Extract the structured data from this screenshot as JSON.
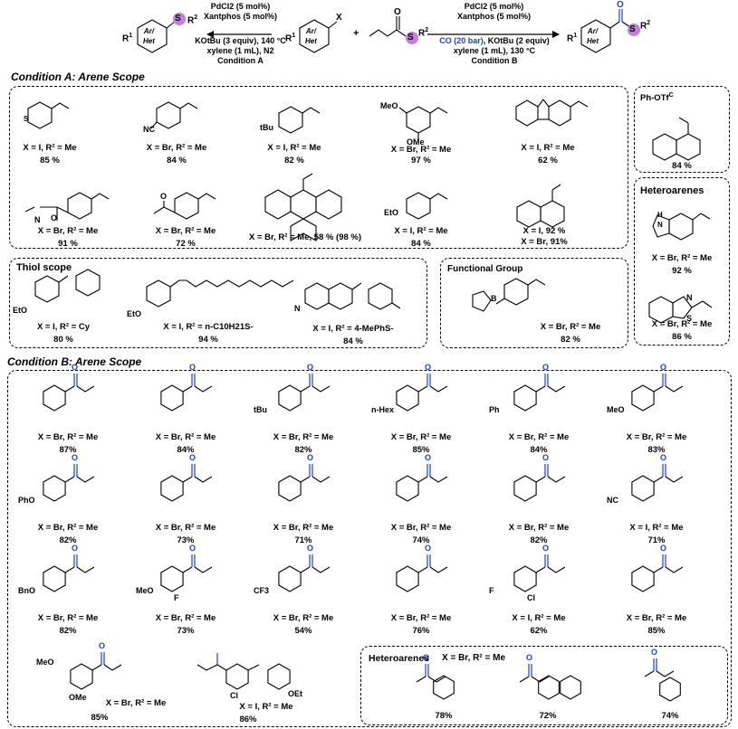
{
  "scheme": {
    "left_product": {
      "r": "R",
      "r_sup": "1",
      "ring": [
        "Ar/",
        "Het"
      ],
      "s": "S",
      "r2": "R",
      "r2_sup": "2"
    },
    "arylhalide": {
      "r": "R",
      "r_sup": "1",
      "ring": [
        "Ar/",
        "Het"
      ],
      "x": "X"
    },
    "plus": "+",
    "thioester": {
      "o": "O",
      "s": "S",
      "r2": "R",
      "r2_sup": "2"
    },
    "right_product": {
      "r": "R",
      "r_sup": "1",
      "ring": [
        "Ar/",
        "Het"
      ],
      "o": "O",
      "s": "S",
      "r2": "R",
      "r2_sup": "2"
    },
    "cond_a": [
      "PdCl2 (5 mol%)",
      "Xantphos (5 mol%)",
      "KOtBu (3 equiv), 140 °C",
      "xylene (1 mL), N2",
      "Condition A"
    ],
    "cond_b": [
      "PdCl2 (5 mol%)",
      "Xantphos (5 mol%)",
      "CO (20 bar)",
      ", KOtBu (2 equiv)",
      "xylene (1 mL), 130 °C",
      "Condition B"
    ]
  },
  "sections": {
    "cond_a_header": "Condition A: Arene Scope",
    "thiol_scope": "Thiol scope",
    "functional_group": "Functional Group",
    "ph_otf": "Ph-OTf",
    "ph_otf_sup": "C",
    "heteroarenes": "Heteroarenes",
    "cond_b_header": "Condition B: Arene Scope",
    "hetero_b": "Heteroarenes",
    "hetero_b_cond": "X = Br, R² = Me"
  },
  "cond_a_items": [
    {
      "cond": "X = I, R² = Me",
      "yield": "85 %"
    },
    {
      "cond": "X = Br, R² = Me",
      "yield": "84 %"
    },
    {
      "cond": "X = I, R² = Me",
      "yield": "82 %",
      "sub": "tBu"
    },
    {
      "cond": "X = Br, R² = Me",
      "yield": "97 %",
      "sub": "OMe"
    },
    {
      "cond": "X = I, R² = Me",
      "yield": "62 %"
    },
    {
      "cond": "X = Br, R² = Me",
      "yield": "91 %"
    },
    {
      "cond": "X = Br, R² = Me",
      "yield": "72 %"
    },
    {
      "cond": "X = Br, R² = Me, 58 % (98 %)",
      "yield": ""
    },
    {
      "cond": "X = I, R² = Me",
      "yield": "84 %",
      "sub": "EtO"
    },
    {
      "cond": "X = I, 92 %",
      "yield": "X = Br, 91%"
    },
    {
      "cond": "",
      "yield": "84 %"
    },
    {
      "cond": "X = Br, R² = Me",
      "yield": "92 %"
    },
    {
      "cond": "X = Br, R² = Me",
      "yield": "86 %"
    }
  ],
  "thiol_items": [
    {
      "cond": "X = I, R² = Cy",
      "yield": "80 %",
      "sub": "EtO"
    },
    {
      "cond": "X = I, R² = n-C10H21S-",
      "yield": "94 %",
      "sub": "EtO"
    },
    {
      "cond": "X = I, R² = 4-MePhS-",
      "yield": "84 %"
    }
  ],
  "fg_item": {
    "cond": "X = Br, R² = Me",
    "yield": "82 %",
    "b": "B"
  },
  "cond_b_items": [
    {
      "cond": "X = Br, R² = Me",
      "yield": "87%"
    },
    {
      "cond": "X = Br, R² = Me",
      "yield": "84%"
    },
    {
      "cond": "X = Br, R² = Me",
      "yield": "82%",
      "sub": "tBu"
    },
    {
      "cond": "X = Br, R² = Me",
      "yield": "85%",
      "sub": "n-Hex"
    },
    {
      "cond": "X = Br, R² = Me",
      "yield": "84%",
      "sub": "Ph"
    },
    {
      "cond": "X = Br, R² = Me",
      "yield": "83%",
      "sub": "MeO"
    },
    {
      "cond": "X = Br, R² = Me",
      "yield": "82%",
      "sub": "PhO"
    },
    {
      "cond": "X = Br, R² = Me",
      "yield": "73%"
    },
    {
      "cond": "X = Br, R² = Me",
      "yield": "71%"
    },
    {
      "cond": "X = Br, R² = Me",
      "yield": "74%"
    },
    {
      "cond": "X = Br, R² = Me",
      "yield": "82%"
    },
    {
      "cond": "X = I, R² = Me",
      "yield": "71%",
      "sub": "NC"
    },
    {
      "cond": "X = Br, R² = Me",
      "yield": "82%",
      "sub": "BnO"
    },
    {
      "cond": "X = Br, R² = Me",
      "yield": "73%",
      "sub": "MeO",
      "sub2": "F"
    },
    {
      "cond": "X = Br, R² = Me",
      "yield": "54%",
      "sub": "CF3"
    },
    {
      "cond": "X = Br, R² = Me",
      "yield": "76%"
    },
    {
      "cond": "X = I, R² = Me",
      "yield": "62%",
      "sub": "F",
      "sub2": "Cl"
    },
    {
      "cond": "X = Br, R² = Me",
      "yield": "85%"
    },
    {
      "cond": "X = Br, R² = Me",
      "yield": "85%"
    },
    {
      "cond": "X = I, R² = Me",
      "yield": "86%",
      "sub": "Cl",
      "sub2": "OEt"
    }
  ],
  "hetero_b_items": [
    {
      "yield": "78%"
    },
    {
      "yield": "72%"
    },
    {
      "yield": "74%"
    }
  ],
  "colors": {
    "carbonyl": "#1a3fd6",
    "co_text": "#1a3fd6",
    "sulfur_highlight": "#c77ddb"
  }
}
